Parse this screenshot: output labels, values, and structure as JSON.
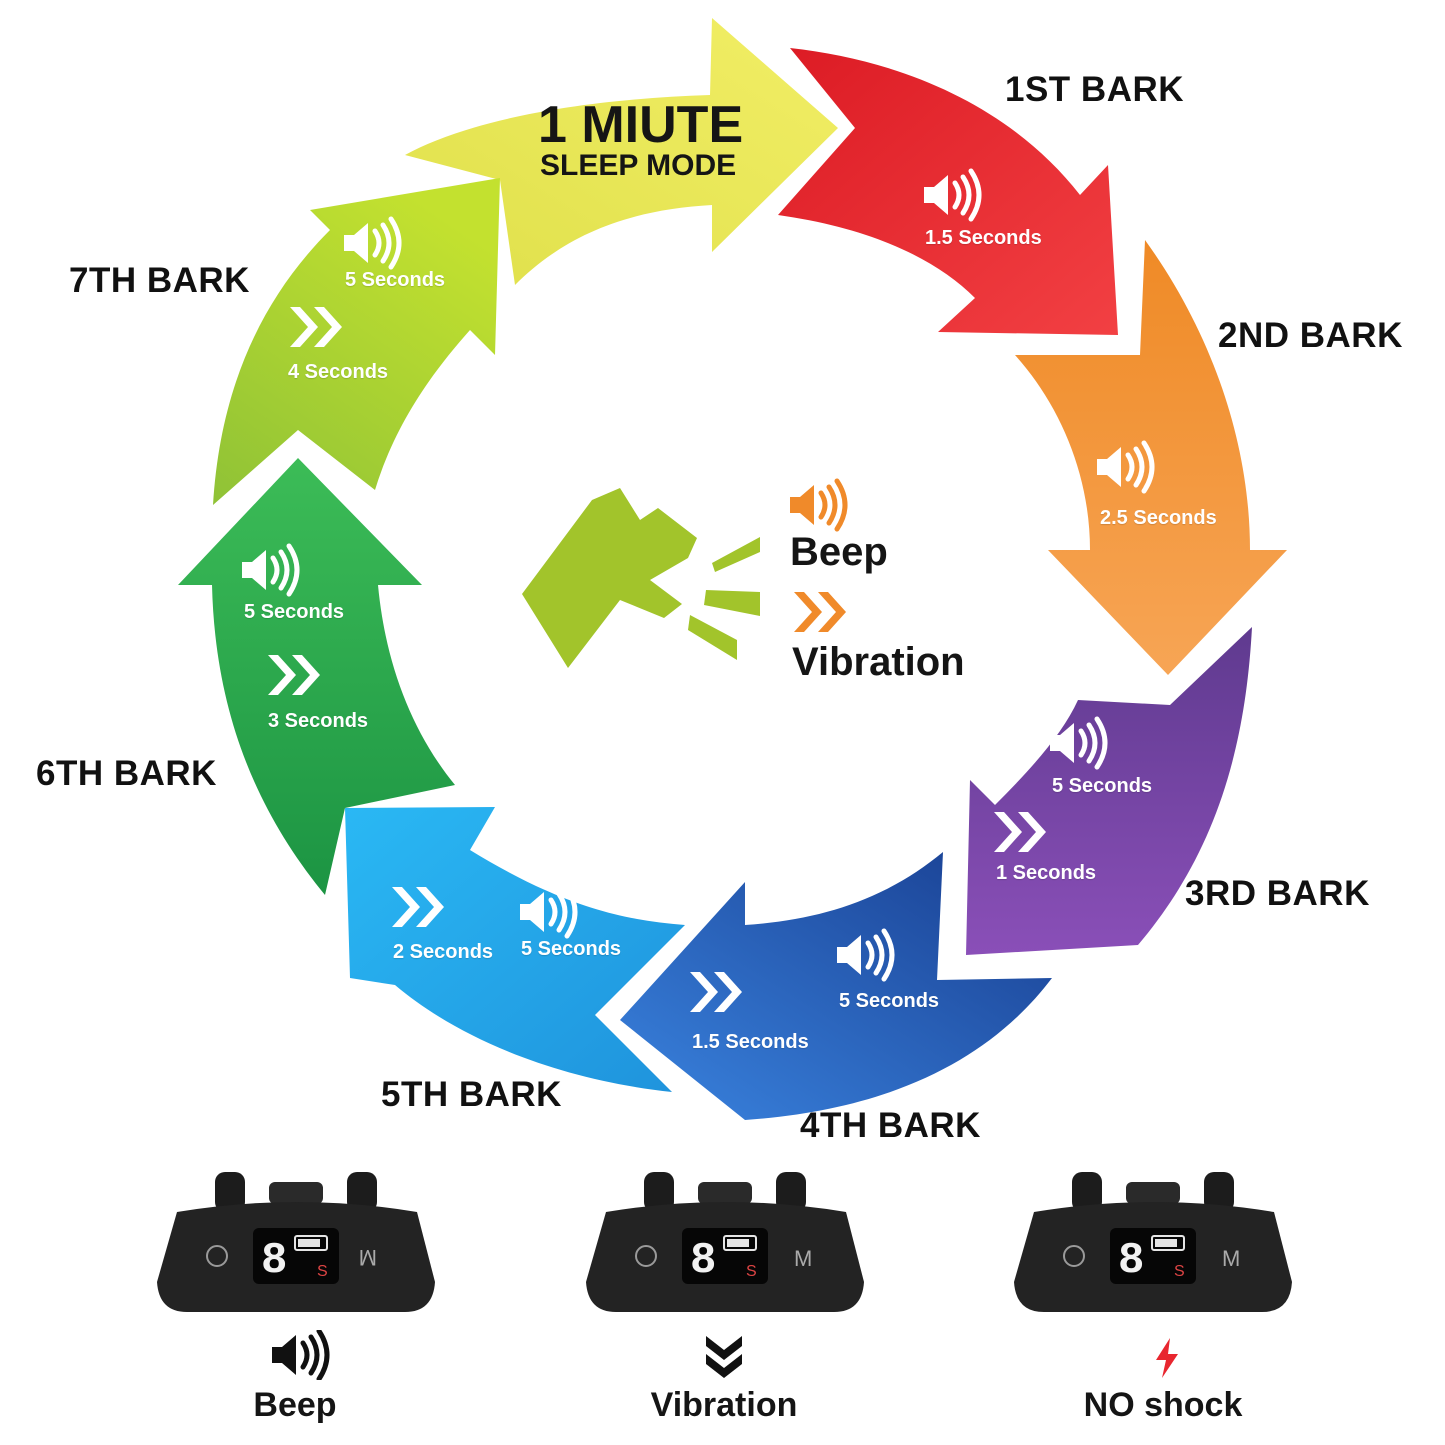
{
  "colors": {
    "sleep": "#ecea55",
    "bark1": "#e8262f",
    "bark2": "#f39433",
    "bark3": "#7a3fa5",
    "bark4": "#1f55b8",
    "bark5": "#2aa6ea",
    "bark6": "#2eb14a",
    "bark7": "#a3cf2f",
    "dog": "#a2c42b",
    "legend_accent": "#f08a2a",
    "text": "#111111",
    "shock": "#e8262f"
  },
  "sleep": {
    "line1": "1 MIUTE",
    "line2": "SLEEP MODE"
  },
  "barks": [
    {
      "label": "1ST BARK",
      "beep": "1.5 Seconds"
    },
    {
      "label": "2ND BARK",
      "beep": "2.5 Seconds"
    },
    {
      "label": "3RD BARK",
      "beep": "5 Seconds",
      "vibration": "1 Seconds"
    },
    {
      "label": "4TH BARK",
      "beep": "5 Seconds",
      "vibration": "1.5 Seconds"
    },
    {
      "label": "5TH BARK",
      "beep": "5 Seconds",
      "vibration": "2 Seconds"
    },
    {
      "label": "6TH BARK",
      "beep": "5 Seconds",
      "vibration": "3 Seconds"
    },
    {
      "label": "7TH BARK",
      "beep": "5 Seconds",
      "vibration": "4 Seconds"
    }
  ],
  "legend": {
    "beep": "Beep",
    "vibration": "Vibration"
  },
  "modes": [
    {
      "label": "Beep",
      "icon": "speaker-icon"
    },
    {
      "label": "Vibration",
      "icon": "vibration-icon"
    },
    {
      "label": "NO shock",
      "icon": "lightning-icon"
    }
  ],
  "device": {
    "display_digit": "8",
    "mode_button": "M",
    "sensitivity_letter": "S"
  }
}
